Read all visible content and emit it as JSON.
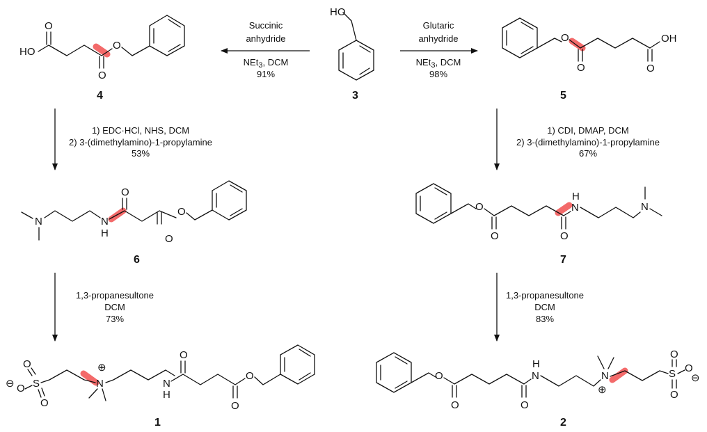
{
  "compounds": {
    "c3": {
      "number": "3",
      "labels": {
        "ho": "HO"
      }
    },
    "c4": {
      "number": "4",
      "labels": {
        "ho": "HO",
        "o_acid": "O",
        "o_ester_co": "O",
        "o_ester": "O"
      }
    },
    "c5": {
      "number": "5",
      "labels": {
        "oh": "OH",
        "o_ester": "O",
        "o_ester_co": "O",
        "o_acid": "O"
      }
    },
    "c6": {
      "number": "6",
      "labels": {
        "n_amine": "N",
        "n_amide": "N",
        "h_amide": "H",
        "o_amide": "O",
        "o_ester": "O",
        "o_ester_co": "O"
      }
    },
    "c7": {
      "number": "7",
      "labels": {
        "o_ester": "O",
        "o_ester_co": "O",
        "o_amide": "O",
        "h_amide": "H",
        "n_amide": "N",
        "n_amine": "N"
      }
    },
    "c1": {
      "number": "1",
      "labels": {
        "neg": "⊖",
        "o_minus": "O",
        "s": "S",
        "o_up": "O",
        "o_down": "O",
        "n_plus": "N",
        "pos": "⊕",
        "n_amide": "N",
        "h_amide": "H",
        "o_amide": "O",
        "o_ester": "O",
        "o_ester_co": "O"
      }
    },
    "c2": {
      "number": "2",
      "labels": {
        "o_ester": "O",
        "o_ester_co": "O",
        "o_amide": "O",
        "h_amide": "H",
        "n_amide": "N",
        "n_plus": "N",
        "pos": "⊕",
        "s": "S",
        "o_up": "O",
        "o_down": "O",
        "o_minus": "O",
        "neg": "⊖"
      }
    }
  },
  "steps": {
    "to4": {
      "line1": "Succinic",
      "line2": "anhydride",
      "reagent": "NEt",
      "reagent_sub": "3",
      "reagent_rest": ", DCM",
      "yield": "91%"
    },
    "to5": {
      "line1": "Glutaric",
      "line2": "anhydride",
      "reagent": "NEt",
      "reagent_sub": "3",
      "reagent_rest": ", DCM",
      "yield": "98%"
    },
    "to6": {
      "line1": "1) EDC·HCl, NHS, DCM",
      "line2": "2) 3-(dimethylamino)-1-propylamine",
      "yield": "53%"
    },
    "to7": {
      "line1": "1) CDI, DMAP, DCM",
      "line2": "2) 3-(dimethylamino)-1-propylamine",
      "yield": "67%"
    },
    "to1": {
      "line1": "1,3-propanesultone",
      "line2": "DCM",
      "yield": "73%"
    },
    "to2": {
      "line1": "1,3-propanesultone",
      "line2": "DCM",
      "yield": "83%"
    }
  },
  "colors": {
    "highlight": "#f25a5a",
    "ink": "#111111"
  }
}
